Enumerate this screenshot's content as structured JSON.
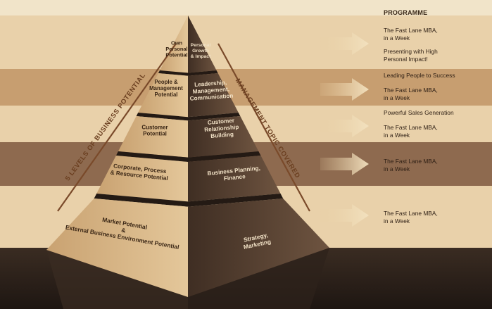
{
  "header": {
    "programme_label": "PROGRAMME"
  },
  "side_labels": {
    "levels": "5 LEVELS OF BUSINESS POTENTIAL",
    "topics": "MANAGEMENT TOPIC COVERED"
  },
  "colors": {
    "band_light": "#e9d1aa",
    "band_mid": "#c79e70",
    "band_dark": "#8e6a4f",
    "floor": "#2a201a",
    "pyramid_left": "#d8b485",
    "pyramid_right": "#5a4333",
    "rule": "#7a4a2a"
  },
  "levels": [
    {
      "potential": [
        "Own",
        "Personal",
        "Potential"
      ],
      "topic": [
        "Personal",
        "Growth",
        "& Impact"
      ],
      "programmes": [
        [
          "The Fast Lane MBA,",
          "in a Week"
        ],
        [
          "Presenting with High",
          "Personal Impact!"
        ]
      ]
    },
    {
      "potential": [
        "People &",
        "Management",
        "Potential"
      ],
      "topic": [
        "Leadership,",
        "Management,",
        "Communication"
      ],
      "programmes": [
        [
          "Leading People to Success"
        ],
        [
          "The Fast Lane MBA,",
          "in a Week"
        ]
      ]
    },
    {
      "potential": [
        "Customer",
        "Potential"
      ],
      "topic": [
        "Customer",
        "Relationship",
        "Building"
      ],
      "programmes": [
        [
          "Powerful Sales Generation"
        ],
        [
          "The Fast Lane MBA,",
          "in a Week"
        ]
      ]
    },
    {
      "potential": [
        "Corporate, Process",
        "& Resource Potential"
      ],
      "topic": [
        "Business Planning,",
        "Finance"
      ],
      "programmes": [
        [
          "The Fast Lane MBA,",
          "in a Week"
        ]
      ]
    },
    {
      "potential": [
        "Market Potential",
        "&",
        "External Business Environment Potential"
      ],
      "topic": [
        "Strategy,",
        "Marketing"
      ],
      "programmes": [
        [
          "The Fast Lane MBA,",
          "in a Week"
        ]
      ]
    }
  ]
}
